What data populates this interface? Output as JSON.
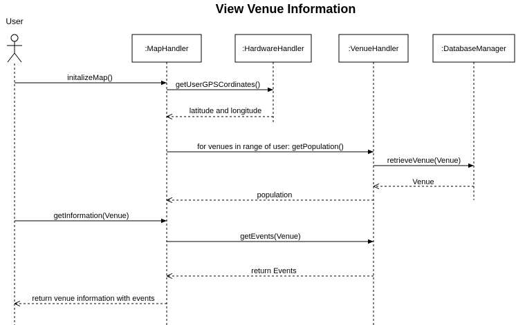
{
  "title": "View Venue Information",
  "actor": {
    "label": "User"
  },
  "participants": [
    {
      "id": "map",
      "label": ":MapHandler"
    },
    {
      "id": "hw",
      "label": ":HardwareHandler"
    },
    {
      "id": "venue",
      "label": ":VenueHandler"
    },
    {
      "id": "db",
      "label": ":DatabaseManager"
    }
  ],
  "messages": [
    {
      "from": "user",
      "to": "map",
      "label": "initalizeMap()",
      "kind": "call"
    },
    {
      "from": "map",
      "to": "hw",
      "label": "getUserGPSCordinates()",
      "kind": "call"
    },
    {
      "from": "hw",
      "to": "map",
      "label": "latitude and longitude",
      "kind": "return"
    },
    {
      "from": "map",
      "to": "venue",
      "label": "for venues in range of user: getPopulation()",
      "kind": "call"
    },
    {
      "from": "venue",
      "to": "db",
      "label": "retrieveVenue(Venue)",
      "kind": "call"
    },
    {
      "from": "db",
      "to": "venue",
      "label": "Venue",
      "kind": "return"
    },
    {
      "from": "venue",
      "to": "map",
      "label": "population",
      "kind": "return"
    },
    {
      "from": "user",
      "to": "map",
      "label": "getInformation(Venue)",
      "kind": "call"
    },
    {
      "from": "map",
      "to": "venue",
      "label": "getEvents(Venue)",
      "kind": "call"
    },
    {
      "from": "venue",
      "to": "map",
      "label": "return Events",
      "kind": "return"
    },
    {
      "from": "map",
      "to": "user",
      "label": "return venue information with events",
      "kind": "return"
    }
  ]
}
